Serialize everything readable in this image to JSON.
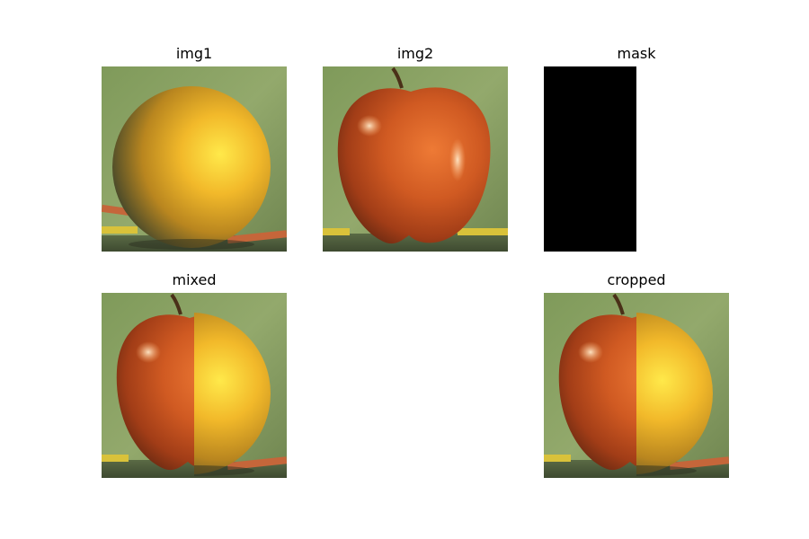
{
  "panels": {
    "img1": {
      "title": "img1"
    },
    "img2": {
      "title": "img2"
    },
    "mask": {
      "title": "mask"
    },
    "mixed": {
      "title": "mixed"
    },
    "cropped": {
      "title": "cropped"
    }
  }
}
